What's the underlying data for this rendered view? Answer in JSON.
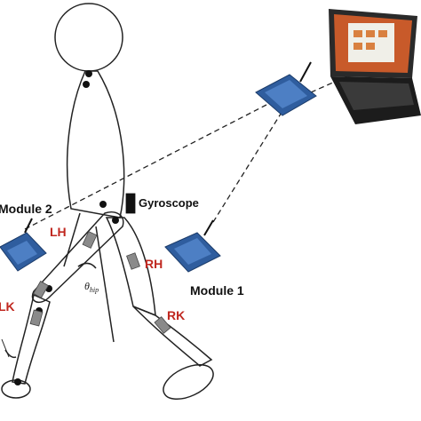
{
  "labels": {
    "module2": "Module 2",
    "module1": "Module 1",
    "gyroscope": "Gyroscope",
    "lh": "LH",
    "rh": "RH",
    "lk": "LK",
    "rk": "RK",
    "theta": "θ",
    "theta_sub": "hip"
  },
  "colors": {
    "sensor_label": "#c0271f",
    "module_board": "#2f5d9e",
    "sensor_block": "#8a8a8a",
    "laptop_screen": "#c85a2a"
  }
}
